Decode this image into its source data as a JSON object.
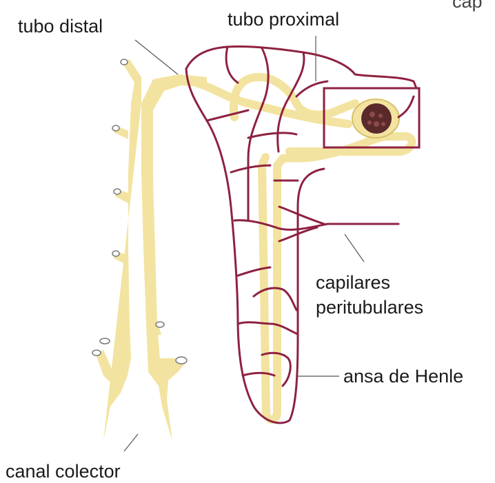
{
  "labels": {
    "tubo_distal": "tubo distal",
    "tubo_proximal": "tubo proximal",
    "capilares_line1": "capilares",
    "capilares_line2": "peritubulares",
    "ansa_de_henle": "ansa de Henle",
    "canal_colector": "canal colector",
    "corner_fragment": "cap"
  },
  "colors": {
    "tubule_fill": "#f3e3a0",
    "tubule_outline": "#d9c06a",
    "capillary": "#8e2140",
    "glomerulus": "#5a2a2a",
    "leader_line": "#555555"
  }
}
